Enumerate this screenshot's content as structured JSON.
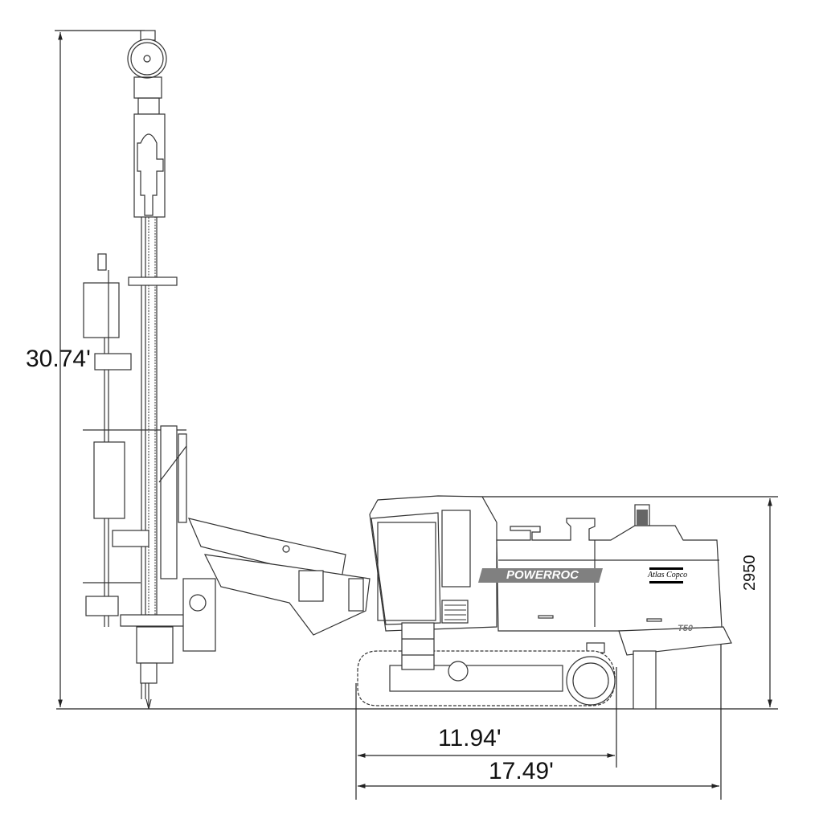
{
  "title": "",
  "dimensions": {
    "height_total": "30.74'",
    "height_machine": "2950",
    "length_tracks": "11.94'",
    "length_total": "17.49'"
  },
  "branding": {
    "model_name": "POWERROC",
    "manufacturer": "Atlas Copco",
    "model_number": "T50"
  },
  "colors": {
    "line": "#333333",
    "stripe": "#808080"
  }
}
